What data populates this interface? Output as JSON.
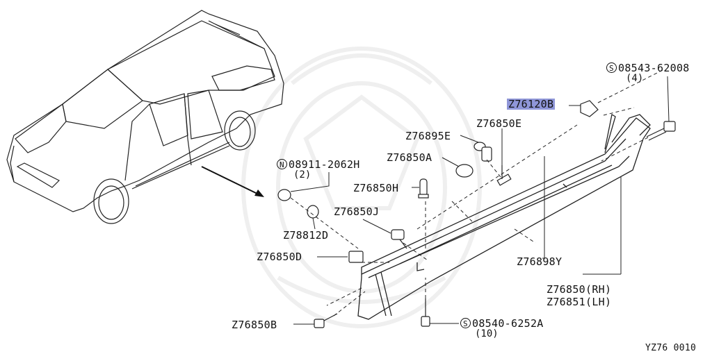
{
  "diagram_id": "YZ76 0010",
  "highlight_color": "#8f96d8",
  "parts": [
    {
      "key": "p1",
      "code": "08543-62008",
      "prefix": "S",
      "qty": "(4)"
    },
    {
      "key": "p2",
      "code": "Z76120B",
      "highlight": true
    },
    {
      "key": "p3",
      "code": "Z76850E"
    },
    {
      "key": "p4",
      "code": "Z76895E"
    },
    {
      "key": "p5",
      "code": "Z76850A"
    },
    {
      "key": "p6",
      "code": "08911-2062H",
      "prefix": "N",
      "qty": "(2)"
    },
    {
      "key": "p7",
      "code": "Z76850H"
    },
    {
      "key": "p8",
      "code": "Z76850J"
    },
    {
      "key": "p9",
      "code": "Z78812D"
    },
    {
      "key": "p10",
      "code": "Z76850D"
    },
    {
      "key": "p11",
      "code": "Z76898Y"
    },
    {
      "key": "p12",
      "code": "Z76850(RH)"
    },
    {
      "key": "p13",
      "code": "Z76851(LH)"
    },
    {
      "key": "p14",
      "code": "Z76850B"
    },
    {
      "key": "p15",
      "code": "08540-6252A",
      "prefix": "S",
      "qty": "(10)"
    }
  ]
}
